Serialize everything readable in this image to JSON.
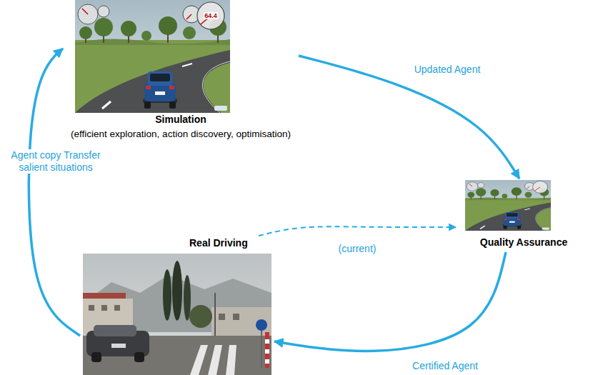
{
  "diagram": {
    "nodes": [
      {
        "text": [
          "Simulation",
          "(efficient exploration, action discovery, optimisation)"
        ]
      },
      {
        "text": [
          "Quality Assurance"
        ]
      },
      {
        "text": [
          "Real Driving"
        ]
      }
    ],
    "edges": [
      {
        "from": 0,
        "to": 1,
        "label": "Updated Agent",
        "arrow": "to"
      },
      {
        "from": 1,
        "to": 2,
        "label": "Certified Agent",
        "arrow": "to"
      },
      {
        "from": 2,
        "to": 0,
        "label": "Agent copy Transfer salient situations",
        "arrow": "to"
      },
      {
        "from": 2,
        "to": 1,
        "label": "(current)",
        "arrow": "to"
      }
    ],
    "labels": [
      "64.4"
    ]
  }
}
